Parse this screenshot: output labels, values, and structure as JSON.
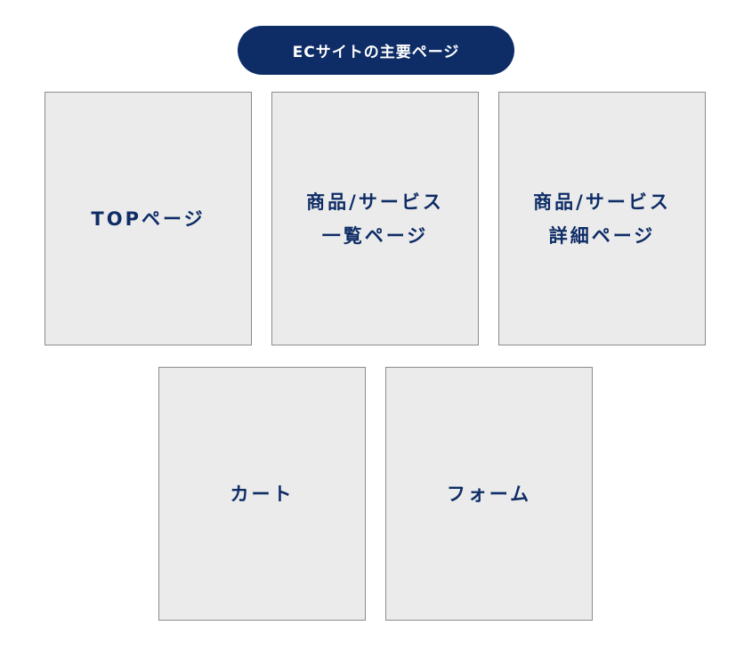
{
  "title": "ECサイトの主要ページ",
  "pages": [
    {
      "line1": "TOPページ",
      "line2": ""
    },
    {
      "line1": "商品/サービス",
      "line2": "一覧ページ"
    },
    {
      "line1": "商品/サービス",
      "line2": "詳細ページ"
    },
    {
      "line1": "カート",
      "line2": ""
    },
    {
      "line1": "フォーム",
      "line2": ""
    }
  ],
  "colors": {
    "accent": "#0e2c66",
    "box_background": "#ebebeb",
    "box_border": "#8c8c8c"
  }
}
